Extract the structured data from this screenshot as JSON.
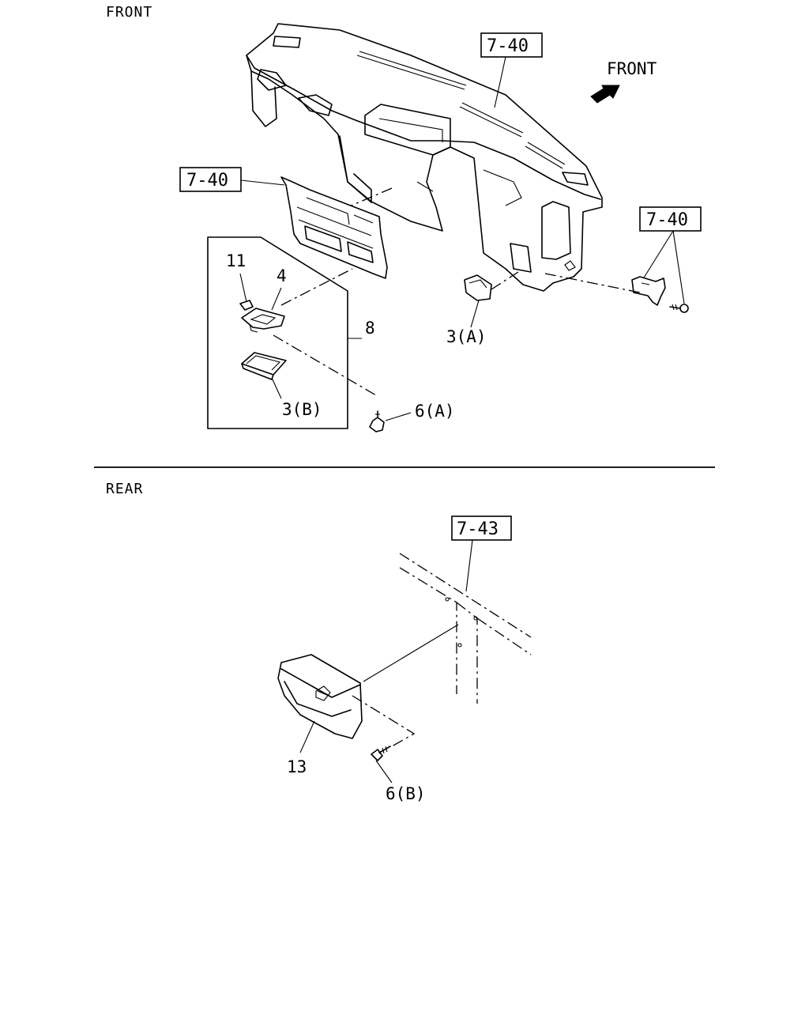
{
  "sections": {
    "front_title": "FRONT",
    "rear_title": "REAR"
  },
  "direction": {
    "label": "FRONT",
    "icon": "front-arrow-icon"
  },
  "references": {
    "dash_top": "7-40",
    "dash_left": "7-40",
    "dash_right": "7-40",
    "roof": "7-43"
  },
  "parts": {
    "p11": "11",
    "p4": "4",
    "p8": "8",
    "p3a": "3(A)",
    "p3b": "3(B)",
    "p6a": "6(A)",
    "p13": "13",
    "p6b": "6(B)"
  }
}
